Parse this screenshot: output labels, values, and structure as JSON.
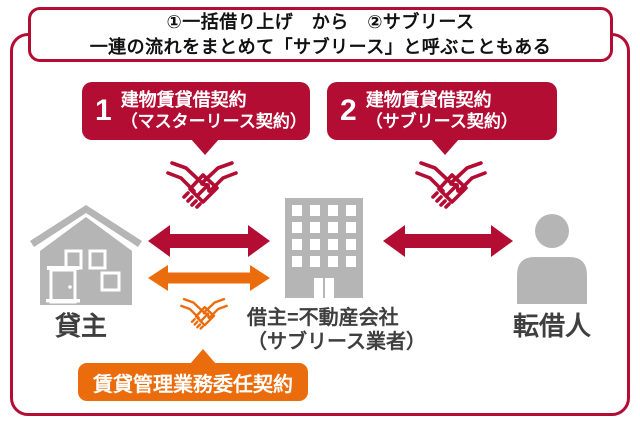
{
  "colors": {
    "crimson": "#b30d33",
    "orange": "#eb6c0d",
    "icon_gray": "#b5b5b5",
    "label_text": "#3f3f3f",
    "header_text": "#111111",
    "background": "#ffffff"
  },
  "header": {
    "line1": "①一括借り上げ　から　②サブリース",
    "line2": "一連の流れをまとめて「サブリース」と呼ぶこともある"
  },
  "contract_bubbles": [
    {
      "number": "1",
      "line1": "建物賃貸借契約",
      "line2": "（マスターリース契約）"
    },
    {
      "number": "2",
      "line1": "建物賃貸借契約",
      "line2": "（サブリース契約）"
    }
  ],
  "entities": {
    "lessor": {
      "label": "貸主"
    },
    "master_tenant": {
      "label_line1": "借主=不動産会社",
      "label_line2": "（サブリース業者）"
    },
    "sublessee": {
      "label": "転借人"
    }
  },
  "management_contract": {
    "label": "賃貸管理業務委任契約"
  },
  "icons": {
    "handshake": "handshake-icon",
    "house": "house-icon",
    "building": "building-icon",
    "person": "person-icon",
    "double_arrow": "double-arrow-icon"
  }
}
